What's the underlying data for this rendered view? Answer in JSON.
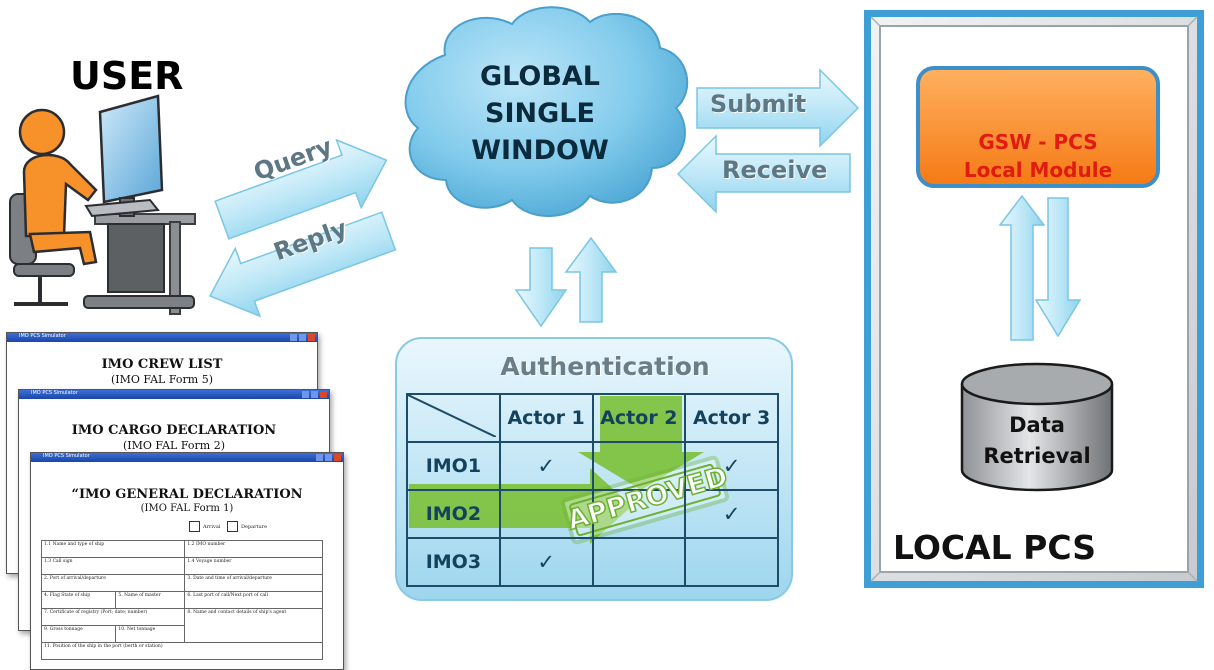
{
  "user": {
    "title": "USER"
  },
  "cloud": {
    "lines": [
      "GLOBAL",
      "SINGLE",
      "WINDOW"
    ]
  },
  "arrows": {
    "query": "Query",
    "reply": "Reply",
    "submit": "Submit",
    "receive": "Receive"
  },
  "documents": [
    {
      "window_title": "IMO PCS Simulator",
      "title": "IMO CREW LIST",
      "subtitle": "(IMO FAL Form 5)"
    },
    {
      "window_title": "IMO PCS Simulator",
      "title": "IMO CARGO DECLARATION",
      "subtitle": "(IMO FAL Form 2)"
    },
    {
      "window_title": "IMO PCS Simulator",
      "title": "“IMO GENERAL DECLARATION",
      "subtitle": "(IMO FAL Form 1)",
      "checkboxes": [
        "Arrival",
        "Departure"
      ],
      "fields": {
        "f11": "1.1 Name and type of ship",
        "f12": "1.2 IMO number",
        "f13": "1.3 Call sign",
        "f14": "1.4 Voyage number",
        "f2": "2. Port of arrival/departure",
        "f3": "3. Date and time of arrival/departure",
        "f4": "4. Flag State of ship",
        "f5": "5. Name of master",
        "f6": "6. Last port of call/Next port of call",
        "f7": "7. Certificate of registry (Port; date; number)",
        "f8": "8. Name and contact details of ship's agent",
        "f9": "9. Gross tonnage",
        "f10": "10. Net tonnage",
        "f11b": "11. Position of the ship in the port (berth or station)"
      }
    }
  ],
  "authentication": {
    "title": "Authentication",
    "actors": [
      "Actor 1",
      "Actor 2",
      "Actor 3"
    ],
    "rows": [
      {
        "label": "IMO1",
        "cells": [
          "✓",
          "",
          "✓"
        ]
      },
      {
        "label": "IMO2",
        "cells": [
          "",
          "",
          "✓"
        ]
      },
      {
        "label": "IMO3",
        "cells": [
          "✓",
          "",
          ""
        ]
      }
    ],
    "stamp": "APPROVED"
  },
  "local_pcs": {
    "title": "LOCAL PCS",
    "module": [
      "GSW - PCS",
      "Local Module"
    ],
    "database": [
      "Data",
      "Retrieval"
    ]
  },
  "colors": {
    "arrow_fill": "#c6ecf8",
    "cloud_fill": "#7fc9ea",
    "module_fill": "#fb8c2c",
    "module_text": "#e01b10",
    "highlight_green": "#7fc241",
    "table_line": "#1d4b6a",
    "frame_blue": "#3d9fd6"
  }
}
